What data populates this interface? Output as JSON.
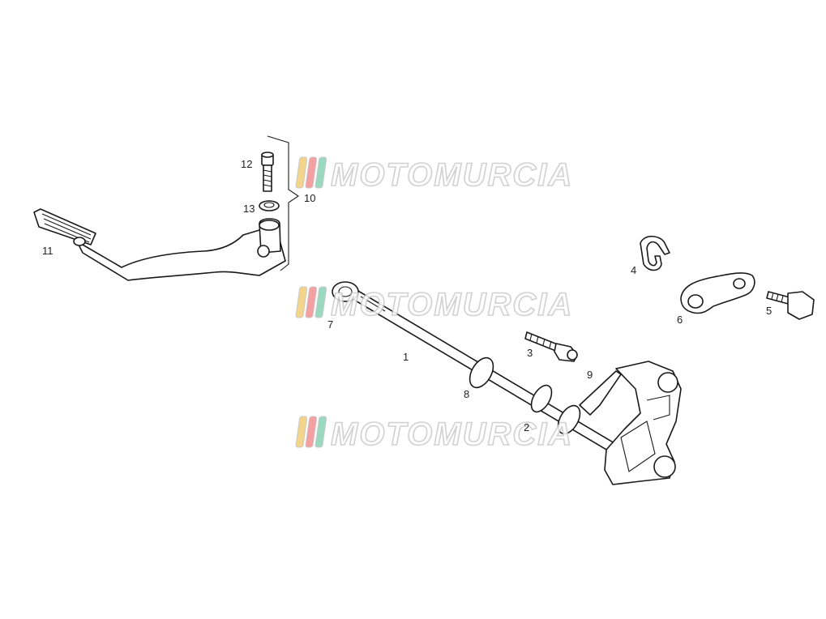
{
  "diagram": {
    "callouts": {
      "1": "1",
      "2": "2",
      "3": "3",
      "4": "4",
      "5": "5",
      "6": "6",
      "7": "7",
      "8": "8",
      "9": "9",
      "10": "10",
      "11": "11",
      "12": "12",
      "13": "13"
    }
  },
  "watermark": {
    "text": "MOTOMURCIA",
    "stripe_colors": [
      "#f2d48a",
      "#f4a0a0",
      "#9ad9c0"
    ],
    "count": 3
  },
  "colors": {
    "line": "#1a1a1a",
    "background": "#ffffff",
    "watermark_outline": "#c9c9c9"
  }
}
